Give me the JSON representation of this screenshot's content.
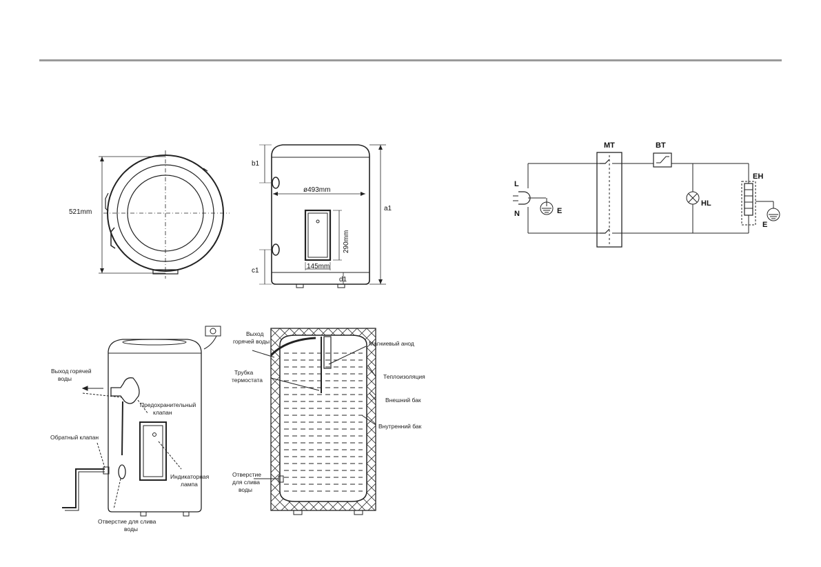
{
  "top_view": {
    "width_label": "521mm"
  },
  "front_view": {
    "diameter_label": "ø493mm",
    "panel_height_label": "290mm",
    "panel_width_label": "145mm",
    "a1": "a1",
    "b1": "b1",
    "c1": "c1",
    "d1": "d1"
  },
  "circuit": {
    "MT": "MT",
    "BT": "BT",
    "EH": "EH",
    "HL": "HL",
    "L": "L",
    "N": "N",
    "E1": "E",
    "E2": "E"
  },
  "outline": {
    "hot_outlet": [
      "Выход горячей",
      "воды"
    ],
    "safety_valve": [
      "Предохранительный",
      "клапан"
    ],
    "check_valve": "Обратный клапан",
    "indicator": [
      "Индикаторная",
      "лампа"
    ],
    "drain": [
      "Отверстие для слива",
      "воды"
    ]
  },
  "section": {
    "hot_outlet": [
      "Выход",
      "горячей воды"
    ],
    "anode": "Магниевый анод",
    "thermostat": [
      "Трубка",
      "термостата"
    ],
    "insulation": "Теплоизоляция",
    "outer_tank": "Внешний бак",
    "inner_tank": "Внутренний бак",
    "drain": [
      "Отверстие",
      "для слива",
      "воды"
    ]
  }
}
